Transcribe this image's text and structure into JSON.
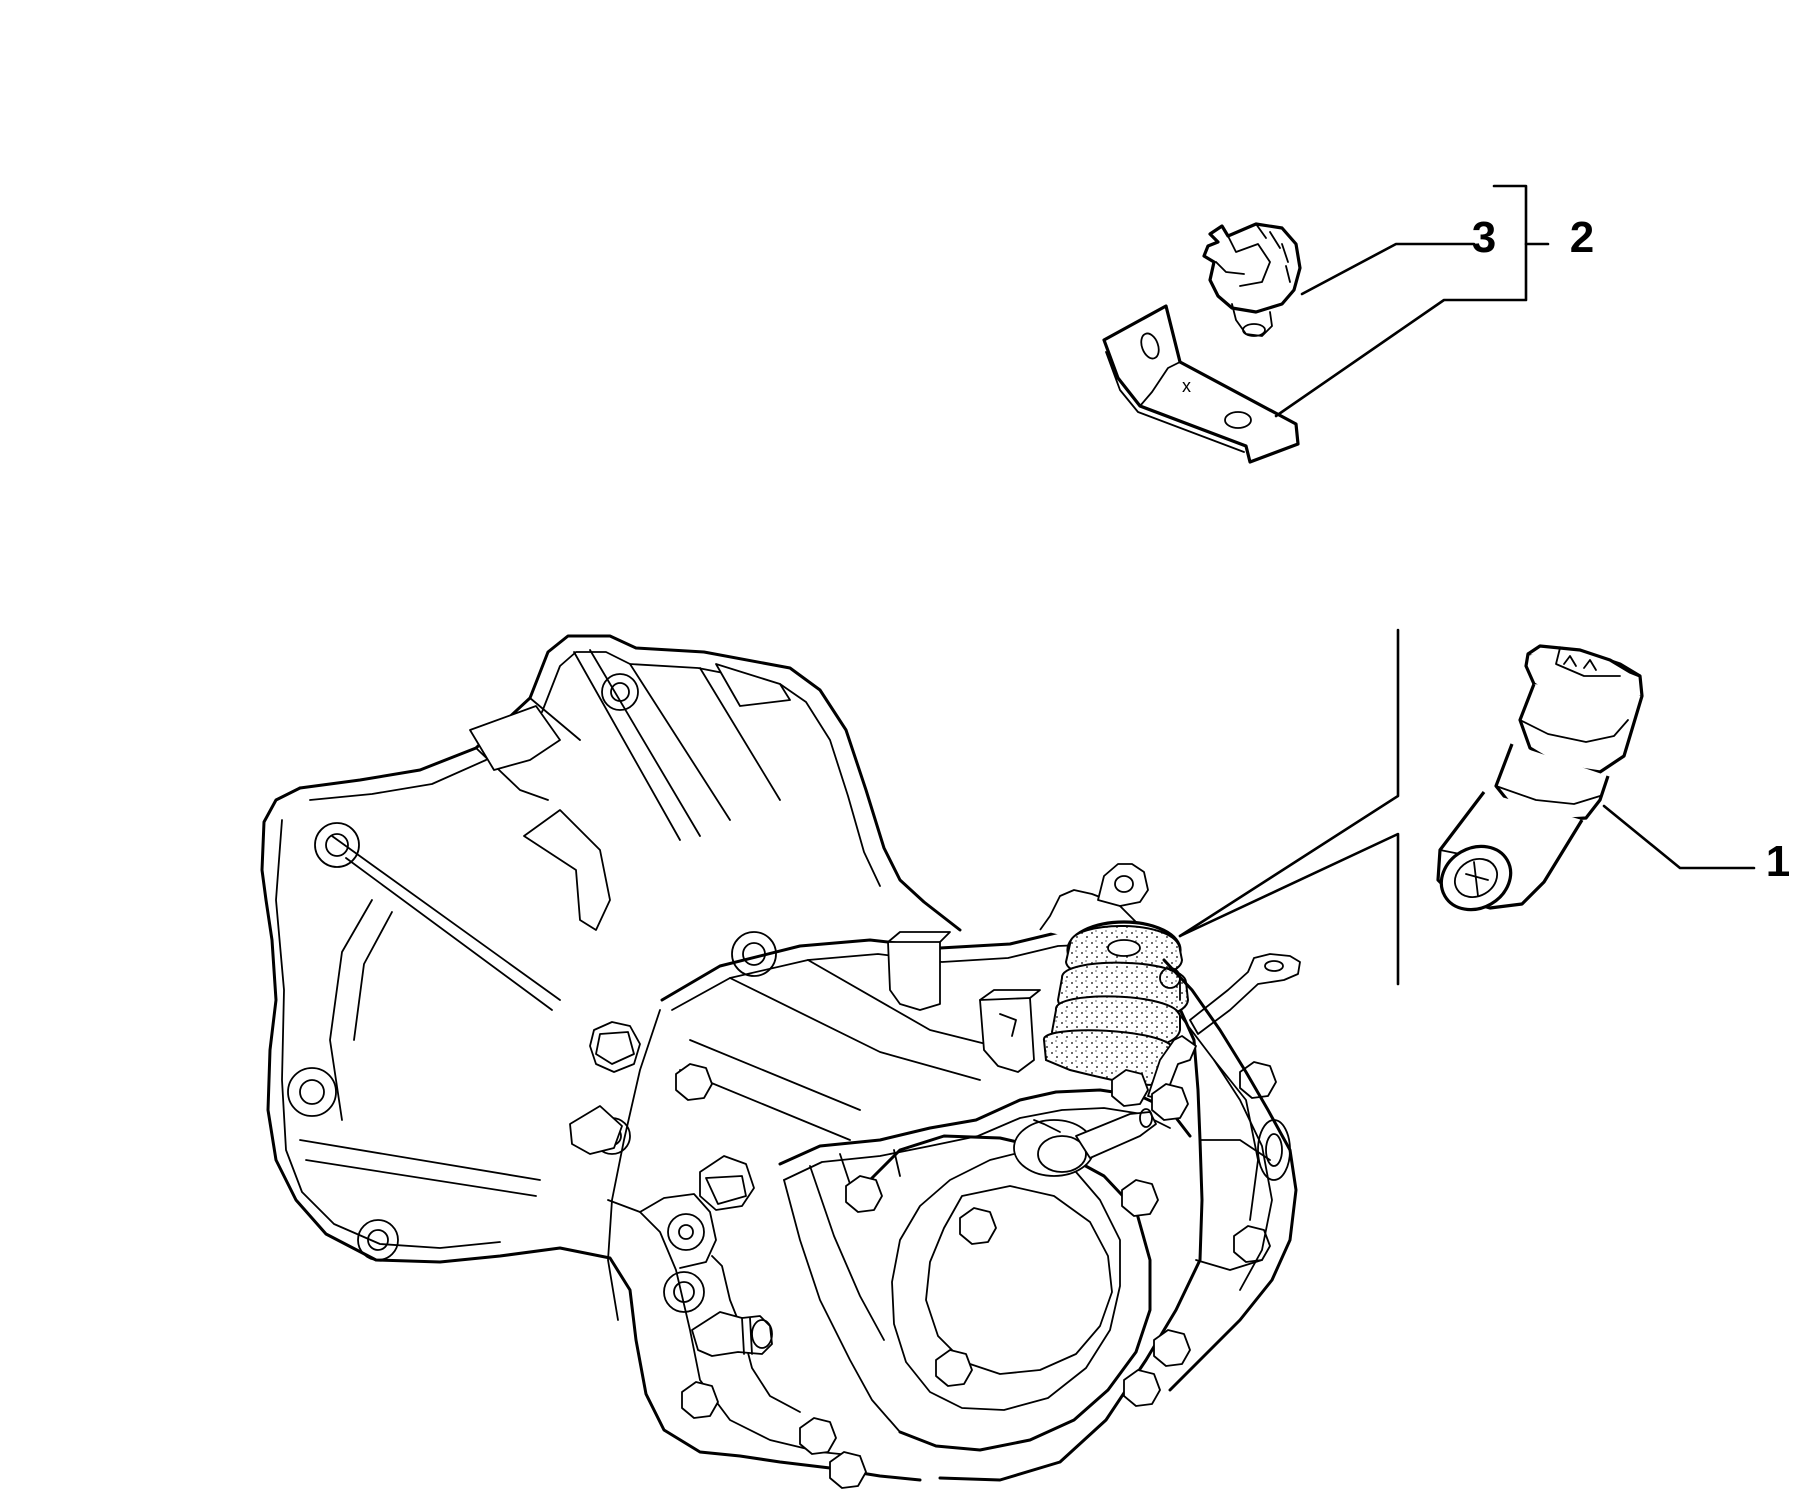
{
  "callouts": [
    {
      "id": "1",
      "label": "1"
    },
    {
      "id": "2",
      "label": "2"
    },
    {
      "id": "3",
      "label": "3"
    }
  ],
  "bracket_mark": "x"
}
